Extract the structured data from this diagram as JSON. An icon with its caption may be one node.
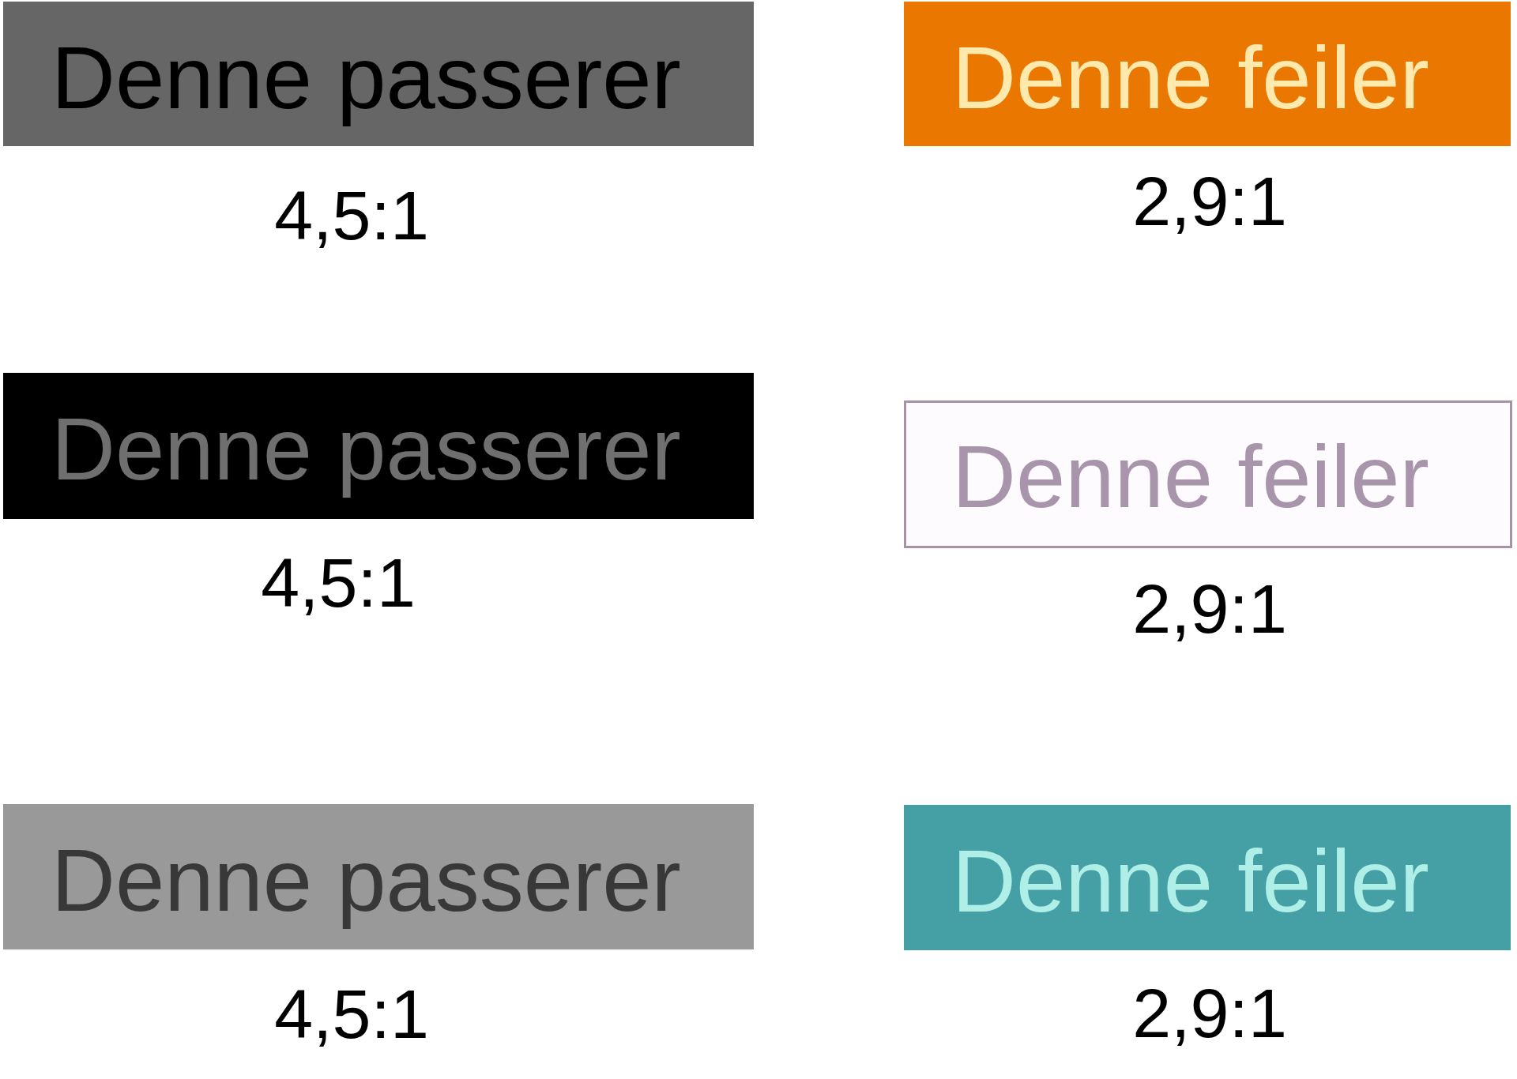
{
  "diagram": {
    "nodes": [
      {
        "text": [
          "Denne passerer"
        ],
        "beside": [
          "4,5:1"
        ]
      },
      {
        "text": [
          "Denne feiler"
        ],
        "beside": [
          "2,9:1"
        ]
      },
      {
        "text": [
          "Denne passerer"
        ],
        "beside": [
          "4,5:1"
        ]
      },
      {
        "text": [
          "Denne feiler"
        ],
        "beside": [
          "2,9:1"
        ]
      },
      {
        "text": [
          "Denne passerer"
        ],
        "beside": [
          "4,5:1"
        ]
      },
      {
        "text": [
          "Denne feiler"
        ],
        "beside": [
          "2,9:1"
        ]
      }
    ]
  }
}
